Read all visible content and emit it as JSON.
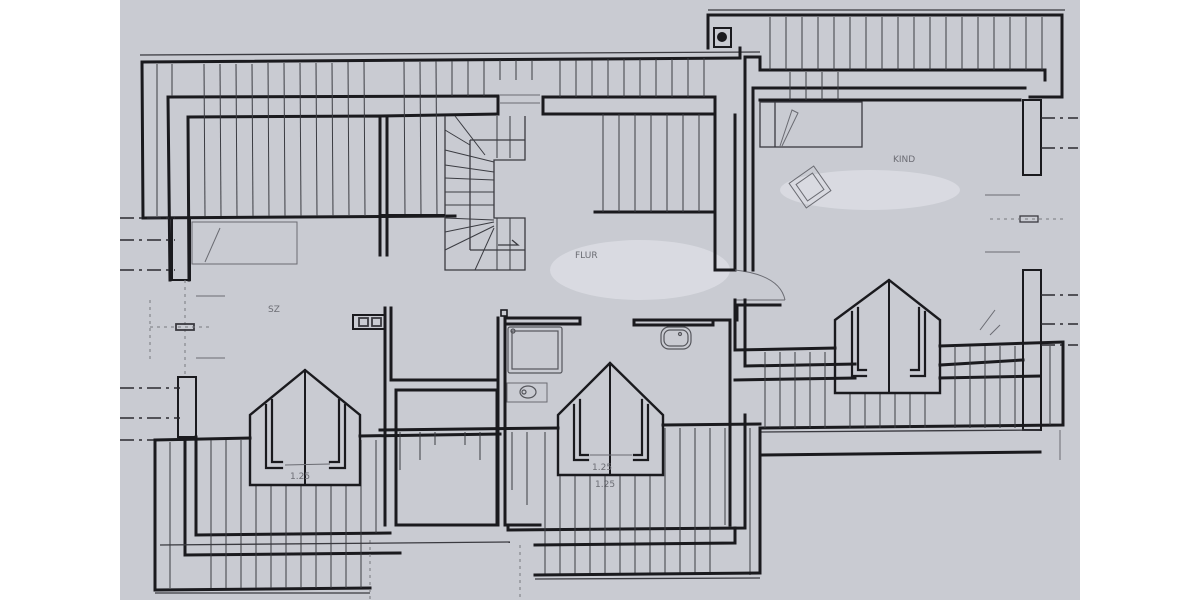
{
  "image": {
    "type": "architectural-floor-plan",
    "view": "attic floor plan photographed from a screen",
    "background_color": "#c9cbd2",
    "line_color": "#1a1a1e",
    "margin_color": "#ffffff"
  },
  "labels": {
    "hall": "FLUR",
    "room_right": "KIND",
    "room_left": "SZ",
    "dormer_left_dim": "1.25",
    "dormer_mid_dim": "1.25",
    "dormer_mid_dim2": "1.25"
  },
  "elements": {
    "staircase": "spiral-staircase",
    "chimney": "chimney",
    "bathroom": [
      "shower-tray",
      "toilet",
      "washbasin"
    ],
    "dormers": 3,
    "skylights": 2
  }
}
